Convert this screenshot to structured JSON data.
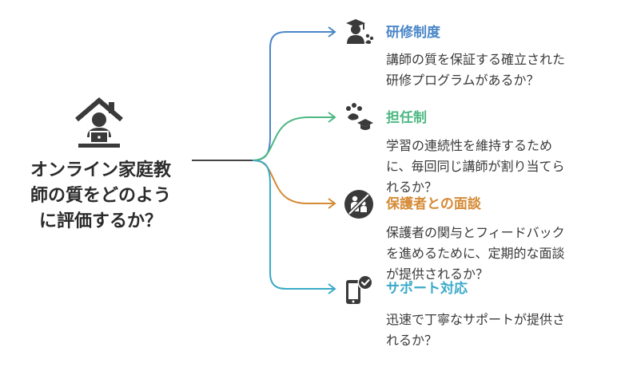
{
  "center": {
    "title": "オンライン家庭教\n師の質をどのよう\nに評価するか？",
    "icon": "home-teacher-icon"
  },
  "branches": [
    {
      "title": "研修制度",
      "desc": "講師の質を保証する確立された\n研修プログラムがあるか？",
      "color": "#4a86c8",
      "icon": "teacher-training-icon"
    },
    {
      "title": "担任制",
      "desc": "学習の連続性を維持するため\nに、毎回同じ講師が割り当てら\nれるか？",
      "color": "#4cb882",
      "icon": "assigned-teacher-icon"
    },
    {
      "title": "保護者との面談",
      "desc": "保護者の関与とフィードバック\nを進めるために、定期的な面談\nが提供されるか？",
      "color": "#d58a35",
      "icon": "parent-meeting-icon"
    },
    {
      "title": "サポート対応",
      "desc": "迅速で丁寧なサポートが提供さ\nれるか？",
      "color": "#3aaac8",
      "icon": "support-phone-icon"
    }
  ]
}
